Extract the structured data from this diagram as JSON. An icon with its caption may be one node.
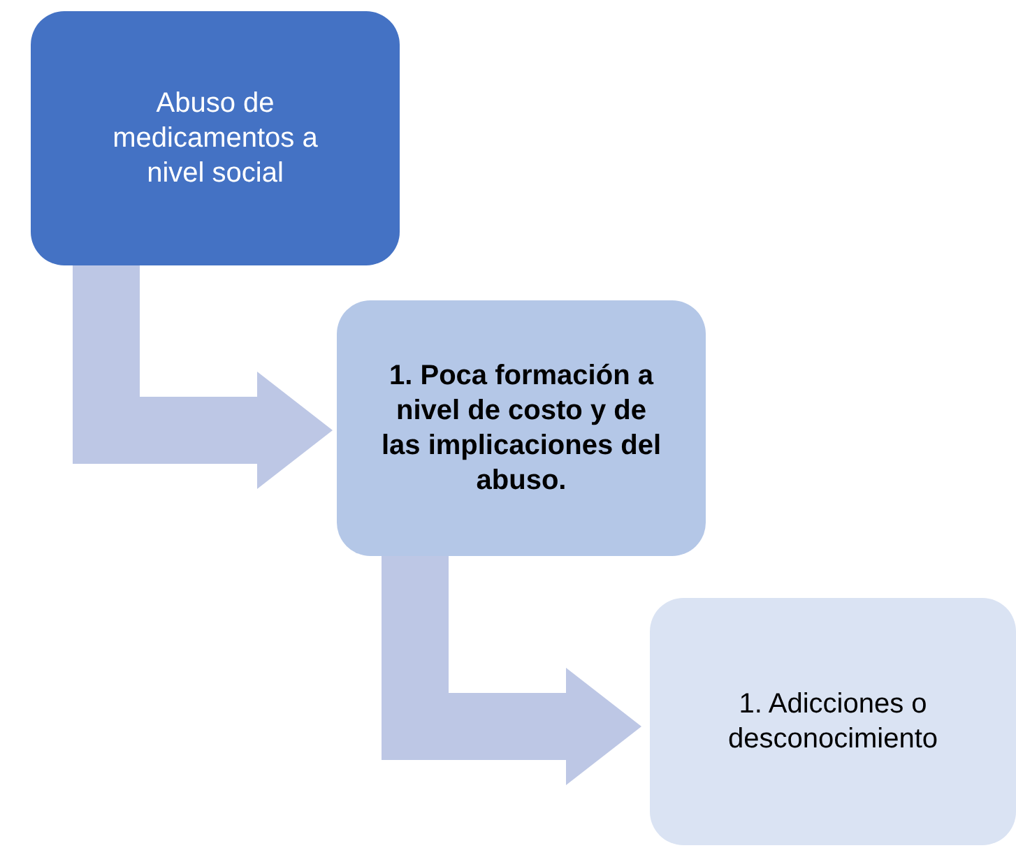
{
  "diagram": {
    "nodes": [
      {
        "text": [
          "Abuso de medicamentos a nivel social"
        ]
      },
      {
        "text": [
          "1. Poca formación a nivel de costo y de las implicaciones del abuso."
        ]
      },
      {
        "text": [
          "1. Adicciones o desconocimiento"
        ]
      }
    ],
    "edges": [
      {
        "from": 0,
        "to": 1,
        "arrow": "to"
      },
      {
        "from": 1,
        "to": 2,
        "arrow": "to"
      }
    ]
  }
}
